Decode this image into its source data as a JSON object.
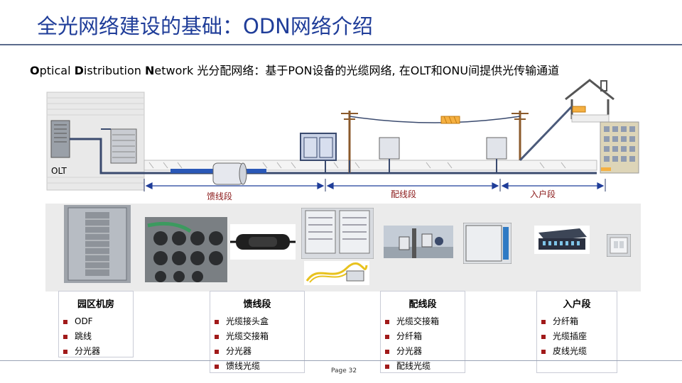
{
  "title": "全光网络建设的基础：ODN网络介绍",
  "subtitle": {
    "o_bold": "O",
    "o_rest": "ptical ",
    "d_bold": "D",
    "d_rest": "istribution ",
    "n_bold": "N",
    "n_rest": "etwork 光分配网络：基于PON设备的光缆网络, 在OLT和ONU间提供光传输通道"
  },
  "diagram": {
    "olt_label": "OLT",
    "segments": [
      "馈线段",
      "配线段",
      "入户段"
    ]
  },
  "photos": [
    "odf-rack",
    "cable-ducts",
    "splice-closure",
    "cross-connect-cabinet",
    "fiber-patch-cords",
    "splitter-box",
    "pole-installation",
    "distribution-box",
    "patch-panel",
    "fiber-socket"
  ],
  "cards": [
    {
      "title": "园区机房",
      "items": [
        "ODF",
        "跳线",
        "分光器"
      ]
    },
    {
      "title": "馈线段",
      "items": [
        "光缆接头盒",
        "光缆交接箱",
        "分光器",
        "馈线光缆"
      ]
    },
    {
      "title": "配线段",
      "items": [
        "光缆交接箱",
        "分纤箱",
        "分光器",
        "配线光缆"
      ]
    },
    {
      "title": "入户段",
      "items": [
        "分纤箱",
        "光缆插座",
        "皮线光缆"
      ]
    }
  ],
  "page": "Page 32",
  "colors": {
    "title": "#1f3d99",
    "segment_arrow": "#1f3d99",
    "bullet": "#a11a1a",
    "segment_label": "#8b1a1a"
  }
}
